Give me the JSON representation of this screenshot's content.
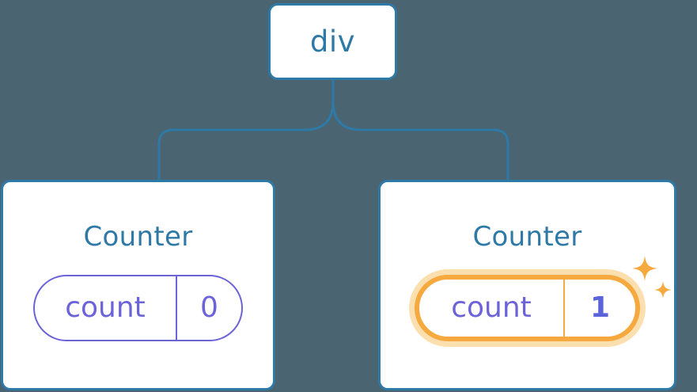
{
  "diagram": {
    "type": "component-tree",
    "background_color": "#4a6571",
    "node_border_color": "#2e79a6",
    "node_text_color": "#2e79a6",
    "pill_color": "#6c63d8",
    "highlight_color": "#f5a93f",
    "highlight_glow_color": "#fbdfae",
    "highlight_value_color": "#5b63db"
  },
  "root": {
    "label": "div"
  },
  "children": [
    {
      "title": "Counter",
      "state": {
        "key": "count",
        "value": "0"
      },
      "highlighted": false
    },
    {
      "title": "Counter",
      "state": {
        "key": "count",
        "value": "1"
      },
      "highlighted": true
    }
  ]
}
